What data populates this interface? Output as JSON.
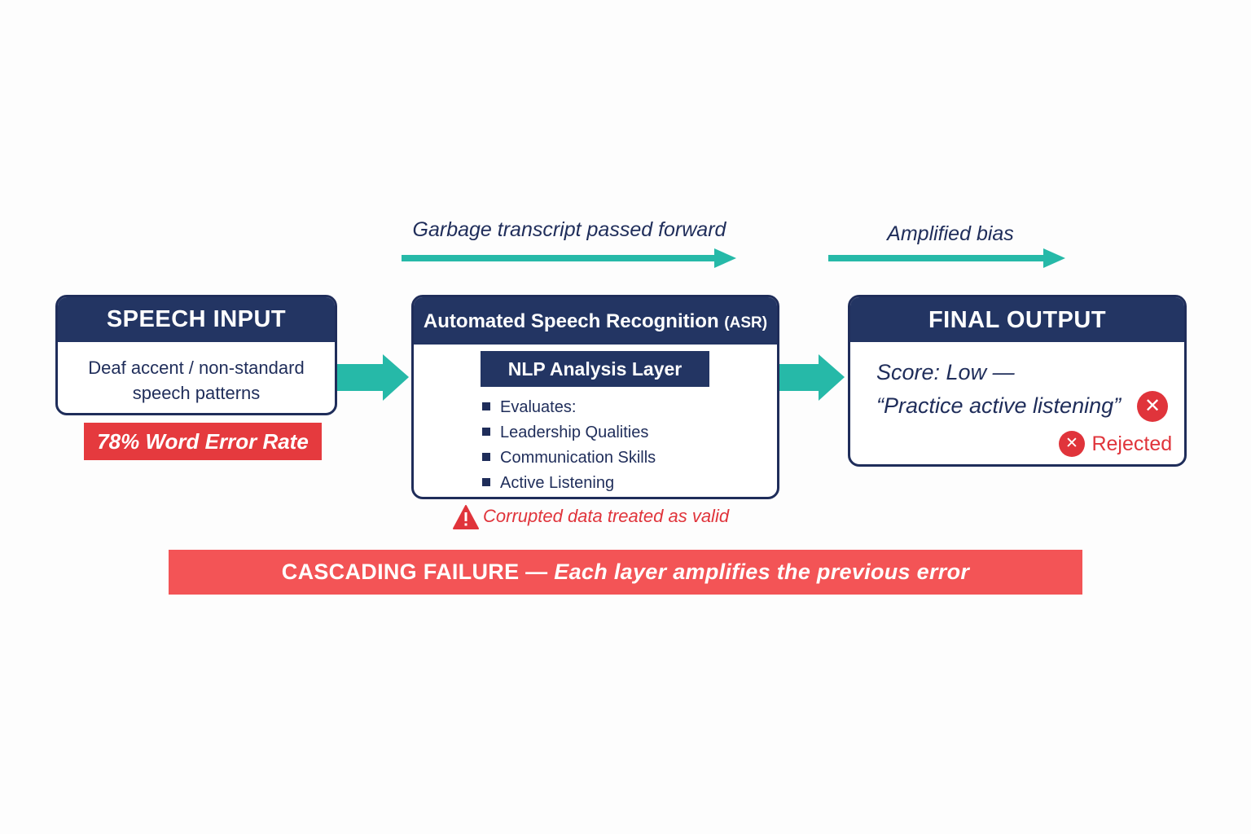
{
  "flow_labels": {
    "first": "Garbage transcript passed forward",
    "second": "Amplified bias"
  },
  "speech_input": {
    "title": "SPEECH INPUT",
    "body_line1": "Deaf accent / non-standard",
    "body_line2": "speech patterns",
    "error_badge": "78% Word Error Rate"
  },
  "asr": {
    "title": "Automated Speech Recognition",
    "title_abbr": "(ASR)",
    "nlp_title": "NLP Analysis Layer",
    "items": [
      "Evaluates:",
      "Leadership Qualities",
      "Communication Skills",
      "Active Listening"
    ],
    "warning": "Corrupted data treated as valid"
  },
  "final_output": {
    "title": "FINAL OUTPUT",
    "score_line1": "Score: Low —",
    "score_line2": "“Practice active listening”",
    "rejected": "Rejected"
  },
  "banner": {
    "strong": "CASCADING FAILURE —",
    "emphasis": "Each layer amplifies the previous error"
  },
  "colors": {
    "navy": "#233563",
    "teal": "#26b9a8",
    "red": "#e53a3e",
    "banner_red": "#f35456"
  }
}
